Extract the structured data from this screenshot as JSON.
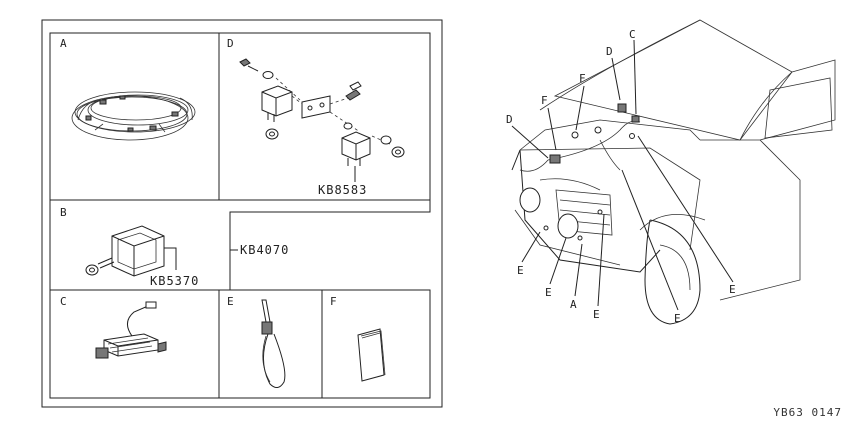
{
  "kit": {
    "panels": [
      {
        "letter": "A",
        "icon": "wire-harness-icon"
      },
      {
        "letter": "D",
        "icon": "relay-bracket-icon"
      },
      {
        "letter": "B",
        "icon": "connector-icon"
      },
      {
        "letter": "C",
        "icon": "sub-harness-icon"
      },
      {
        "letter": "E",
        "icon": "cable-tie-icon"
      },
      {
        "letter": "F",
        "icon": "instruction-sheet-icon"
      }
    ],
    "part_numbers": {
      "relay": "KB8583",
      "connector": "KB5370",
      "kit": "KB4070"
    }
  },
  "vehicle": {
    "callouts": [
      "D",
      "F",
      "F",
      "D",
      "C",
      "E",
      "E",
      "A",
      "E",
      "E",
      "E"
    ]
  },
  "figure_code": "YB63 0147"
}
